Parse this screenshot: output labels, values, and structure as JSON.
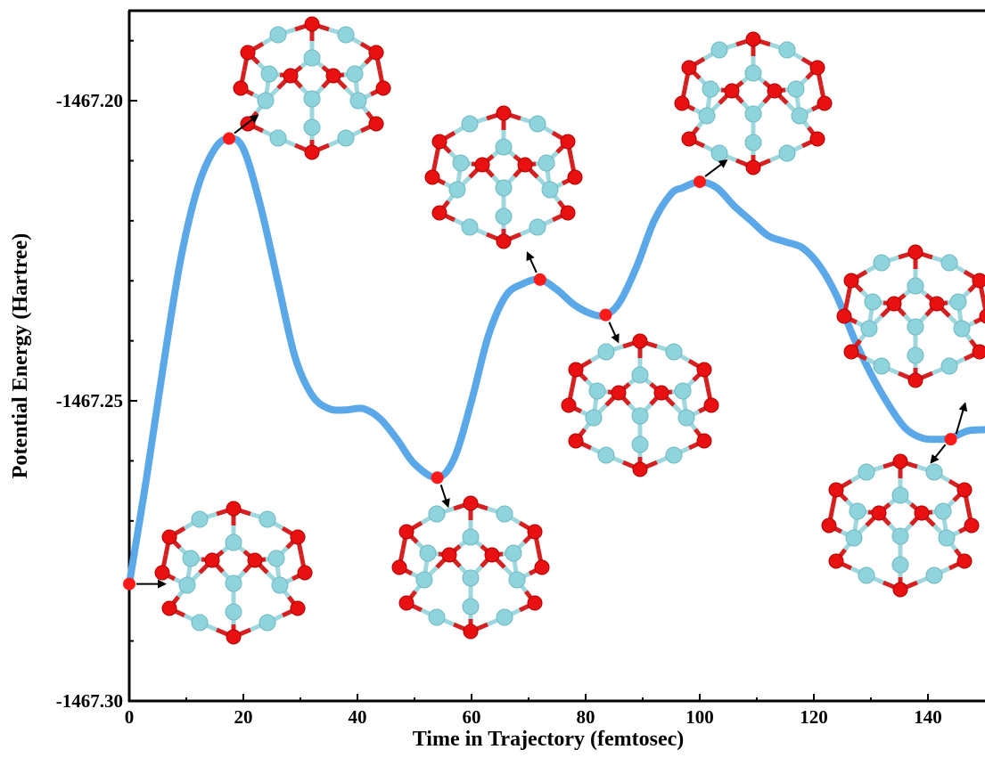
{
  "chart_data": {
    "type": "line",
    "title": "",
    "xlabel": "Time in Trajectory (femtosec)",
    "ylabel": "Potential Energy (Hartree)",
    "xlim": [
      0,
      150
    ],
    "ylim": [
      -1467.3,
      -1467.185
    ],
    "x_ticks": [
      0,
      20,
      40,
      60,
      80,
      100,
      120,
      140
    ],
    "y_ticks": [
      -1467.3,
      -1467.25,
      -1467.2
    ],
    "y_tick_labels": [
      "-1467.30",
      "-1467.25",
      "-1467.20"
    ],
    "grid": false,
    "legend": "none",
    "series": [
      {
        "color": "#5aa8e8",
        "x": [
          0,
          3,
          6,
          9,
          12,
          15,
          17.5,
          20,
          23,
          26,
          29,
          32,
          35,
          38,
          41,
          44,
          47,
          50,
          54,
          57,
          60,
          63,
          66,
          69,
          72,
          75,
          78,
          81,
          83.5,
          86,
          89,
          92,
          95,
          97,
          100,
          103,
          106,
          109,
          112,
          115,
          118,
          121,
          124,
          127,
          130,
          133,
          136,
          139,
          142,
          144,
          147,
          150
        ],
        "y": [
          -1467.2805,
          -1467.263,
          -1467.244,
          -1467.2265,
          -1467.2145,
          -1467.208,
          -1467.2063,
          -1467.208,
          -1467.2175,
          -1467.23,
          -1467.2425,
          -1467.249,
          -1467.2513,
          -1467.2515,
          -1467.2513,
          -1467.253,
          -1467.2565,
          -1467.2605,
          -1467.2628,
          -1467.2595,
          -1467.25,
          -1467.239,
          -1467.2325,
          -1467.2305,
          -1467.2298,
          -1467.2315,
          -1467.234,
          -1467.2355,
          -1467.2357,
          -1467.2335,
          -1467.2275,
          -1467.22,
          -1467.2155,
          -1467.2145,
          -1467.2135,
          -1467.2145,
          -1467.2175,
          -1467.22,
          -1467.2225,
          -1467.2235,
          -1467.2245,
          -1467.2275,
          -1467.2325,
          -1467.2395,
          -1467.2455,
          -1467.2505,
          -1467.2545,
          -1467.2562,
          -1467.2564,
          -1467.2562,
          -1467.255,
          -1467.2548
        ]
      }
    ],
    "highlight_points": {
      "color": "#ff1a1a",
      "x": [
        0,
        17.5,
        54,
        72,
        83.5,
        100,
        144
      ],
      "y": [
        -1467.2805,
        -1467.2063,
        -1467.2628,
        -1467.2298,
        -1467.2357,
        -1467.2135,
        -1467.2564
      ]
    },
    "atom_colors": {
      "oxygen": "#e81010",
      "other": "#8fd4dc",
      "bond_oxygen_side": "#d42020",
      "bond_other_side": "#9ed8de"
    },
    "structures": [
      {
        "name": "structure-t0",
        "anchor_x": 0,
        "anchor_y": -1467.2805
      },
      {
        "name": "structure-t17",
        "anchor_x": 17.5,
        "anchor_y": -1467.2063
      },
      {
        "name": "structure-t54",
        "anchor_x": 54,
        "anchor_y": -1467.2628
      },
      {
        "name": "structure-t72",
        "anchor_x": 72,
        "anchor_y": -1467.2298
      },
      {
        "name": "structure-t83",
        "anchor_x": 83.5,
        "anchor_y": -1467.2357
      },
      {
        "name": "structure-t100",
        "anchor_x": 100,
        "anchor_y": -1467.2135
      },
      {
        "name": "structure-t144-upper",
        "anchor_x": 144,
        "anchor_y": -1467.2564
      },
      {
        "name": "structure-t144-lower",
        "anchor_x": 144,
        "anchor_y": -1467.2564
      }
    ]
  }
}
